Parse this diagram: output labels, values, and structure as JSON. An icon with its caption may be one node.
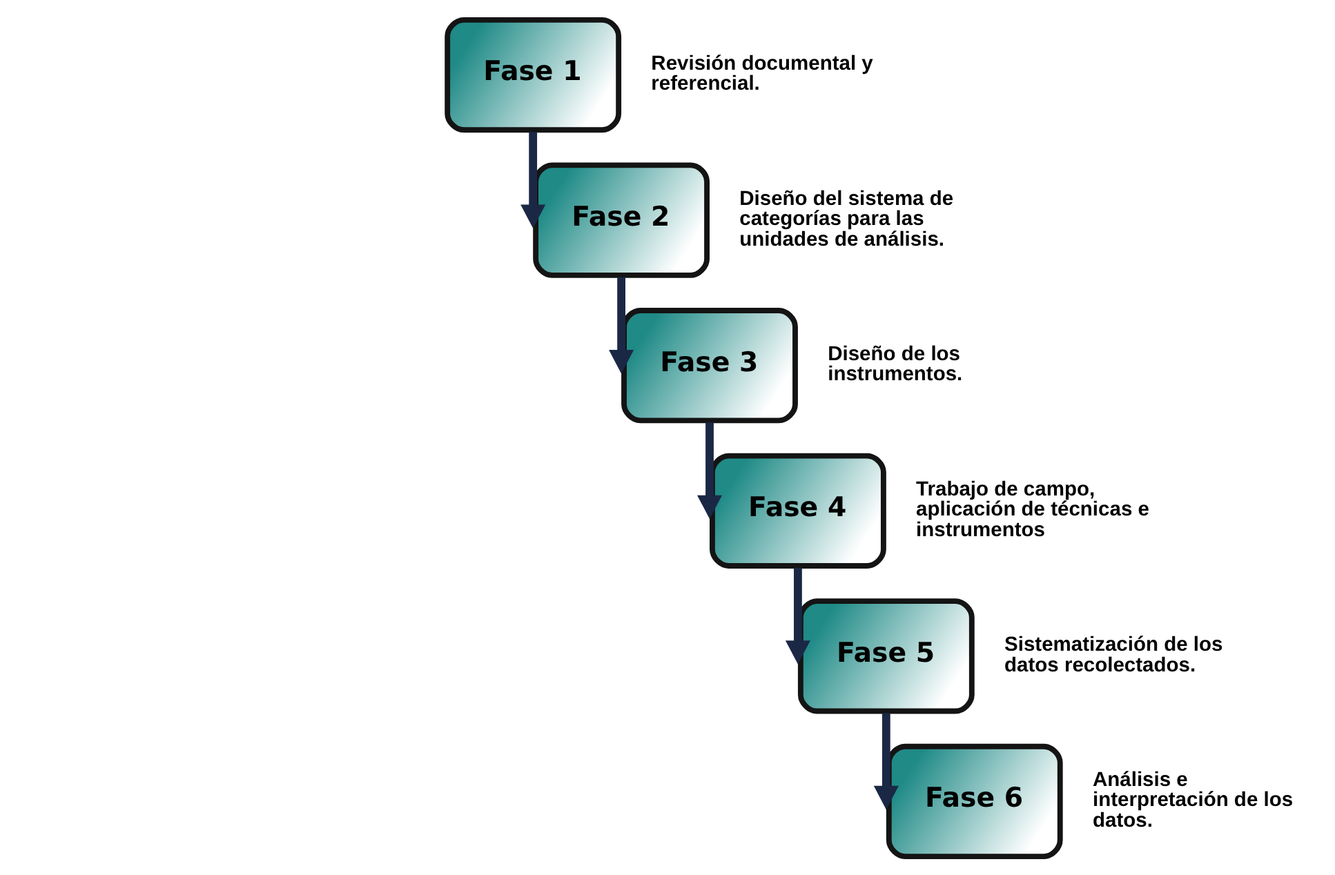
{
  "diagram": {
    "nodes": [
      {
        "text": [
          "Fase 1"
        ],
        "beside": [
          "Revisión documental y referencial."
        ]
      },
      {
        "text": [
          "Fase 2"
        ],
        "beside": [
          "Diseño del sistema de categorías para las unidades de análisis."
        ]
      },
      {
        "text": [
          "Fase 3"
        ],
        "beside": [
          "Diseño de los instrumentos."
        ]
      },
      {
        "text": [
          "Fase 4"
        ],
        "beside": [
          "Trabajo de campo, aplicación de técnicas e instrumentos"
        ]
      },
      {
        "text": [
          "Fase 5"
        ],
        "beside": [
          "Sistematización de los datos recolectados."
        ]
      },
      {
        "text": [
          "Fase 6"
        ],
        "beside": [
          "Análisis e interpretación de los datos."
        ]
      }
    ],
    "edges": [
      {
        "from": 0,
        "to": 1,
        "arrow": "to"
      },
      {
        "from": 1,
        "to": 2,
        "arrow": "to"
      },
      {
        "from": 2,
        "to": 3,
        "arrow": "to"
      },
      {
        "from": 3,
        "to": 4,
        "arrow": "to"
      },
      {
        "from": 4,
        "to": 5,
        "arrow": "to"
      }
    ]
  }
}
